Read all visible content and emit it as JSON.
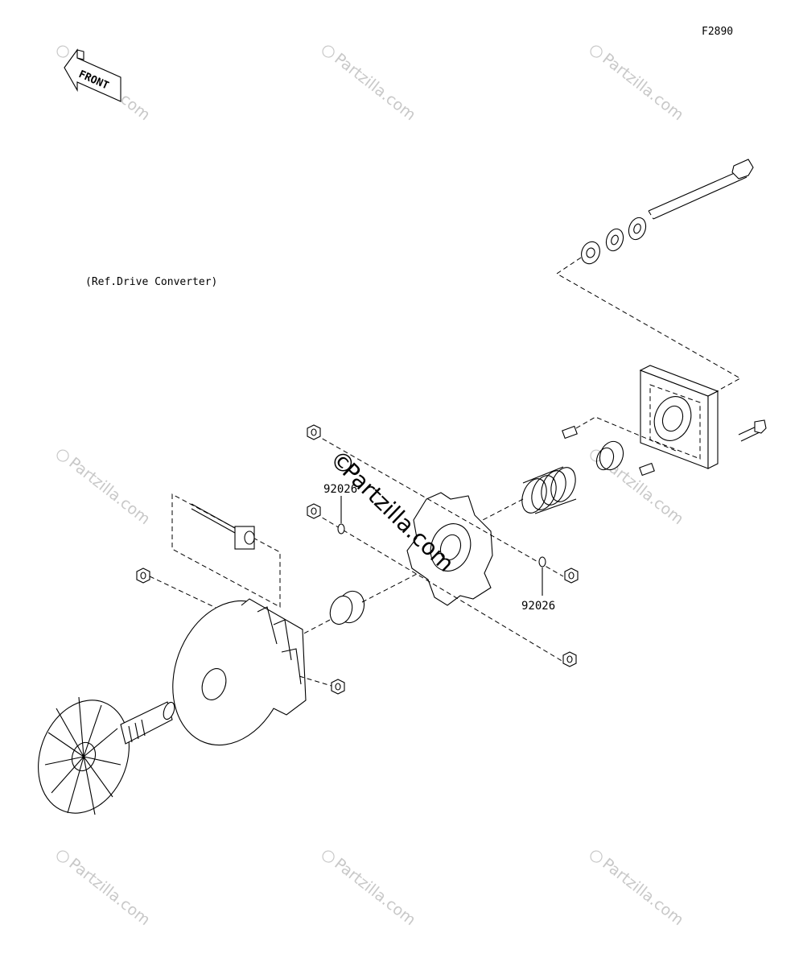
{
  "figure_code": "F2890",
  "front_arrow_label": "FRONT",
  "reference_note": "(Ref.Drive Converter)",
  "callouts": [
    {
      "part_number": "92026"
    },
    {
      "part_number": "92026"
    }
  ],
  "watermark": {
    "text": "Partzilla.com",
    "center_text": "Partzilla.com",
    "symbol": "©",
    "color": "#c8c8c8"
  }
}
